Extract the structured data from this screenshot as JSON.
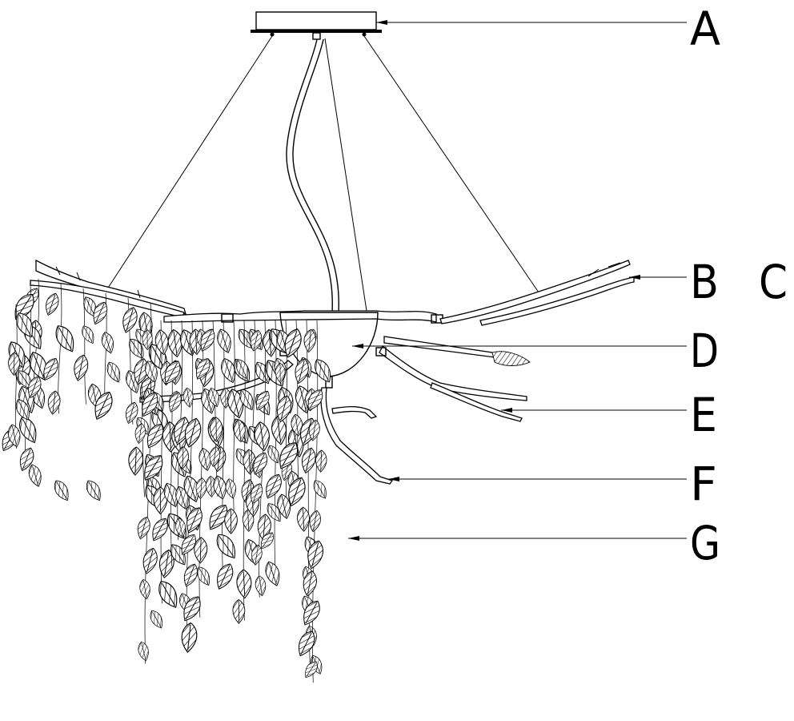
{
  "callouts": [
    {
      "id": "A",
      "label": "A",
      "part": "ceiling-canopy"
    },
    {
      "id": "B",
      "label": "B",
      "part": "upper-branch-tip"
    },
    {
      "id": "C",
      "label": "C",
      "part": "upper-branch"
    },
    {
      "id": "D",
      "label": "D",
      "part": "central-bowl"
    },
    {
      "id": "E",
      "label": "E",
      "part": "side-branch"
    },
    {
      "id": "F",
      "label": "F",
      "part": "lower-branch"
    },
    {
      "id": "G",
      "label": "G",
      "part": "hanging-leaves"
    }
  ],
  "colors": {
    "line": "#000000",
    "background": "#ffffff"
  }
}
